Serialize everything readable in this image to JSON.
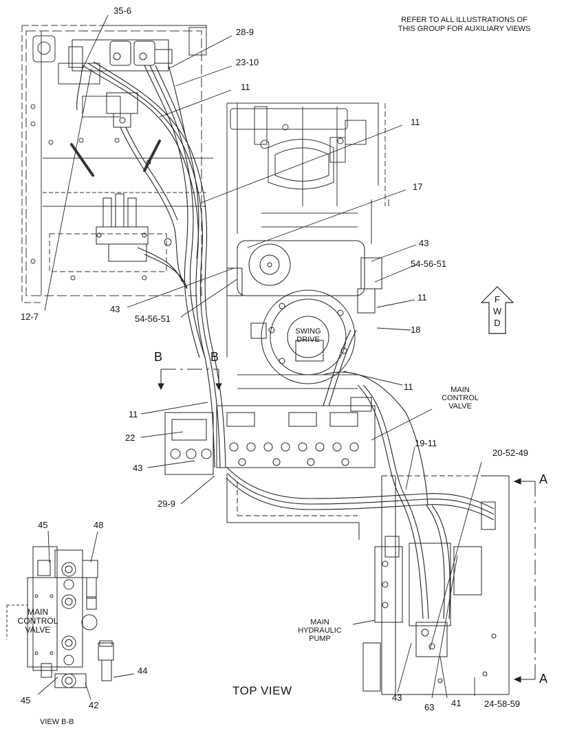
{
  "header_note": {
    "line1": "REFER TO ALL ILLUSTRATIONS OF",
    "line2": "THIS GROUP FOR AUXILIARY VIEWS"
  },
  "callouts": {
    "swing_drive": {
      "line1": "SWING",
      "line2": "DRIVE"
    },
    "main_control_valve": {
      "line1": "MAIN",
      "line2": "CONTROL",
      "line3": "VALVE"
    },
    "main_hydraulic_pump": {
      "line1": "MAIN",
      "line2": "HYDRAULIC",
      "line3": "PUMP"
    },
    "detail_main_control_valve": {
      "line1": "MAIN",
      "line2": "CONTROL",
      "line3": "VALVE"
    }
  },
  "fwd": {
    "letters": [
      "F",
      "W",
      "D"
    ]
  },
  "section_markers": {
    "b_left": "B",
    "b_right": "B",
    "a_top": "A",
    "a_bottom": "A"
  },
  "view_titles": {
    "top_view": "TOP VIEW",
    "view_bb": "VIEW B-B"
  },
  "labels": {
    "l35_6": "35-6",
    "l28_9": "28-9",
    "l23_10": "23-10",
    "l11_a": "11",
    "l11_b": "11",
    "l17": "17",
    "l43_a": "43",
    "l54_56_51_a": "54-56-51",
    "l11_c": "11",
    "l18": "18",
    "l43_b": "43",
    "l54_56_51_b": "54-56-51",
    "l12_7": "12-7",
    "l11_d": "11",
    "l11_e": "11",
    "l22": "22",
    "l43_c": "43",
    "l29_9": "29-9",
    "l19_11": "19-11",
    "l20_52_49": "20-52-49",
    "l45_a": "45",
    "l48": "48",
    "l44": "44",
    "l45_b": "45",
    "l42": "42",
    "l43_d": "43",
    "l63": "63",
    "l41": "41",
    "l24_58_59": "24-58-59"
  }
}
